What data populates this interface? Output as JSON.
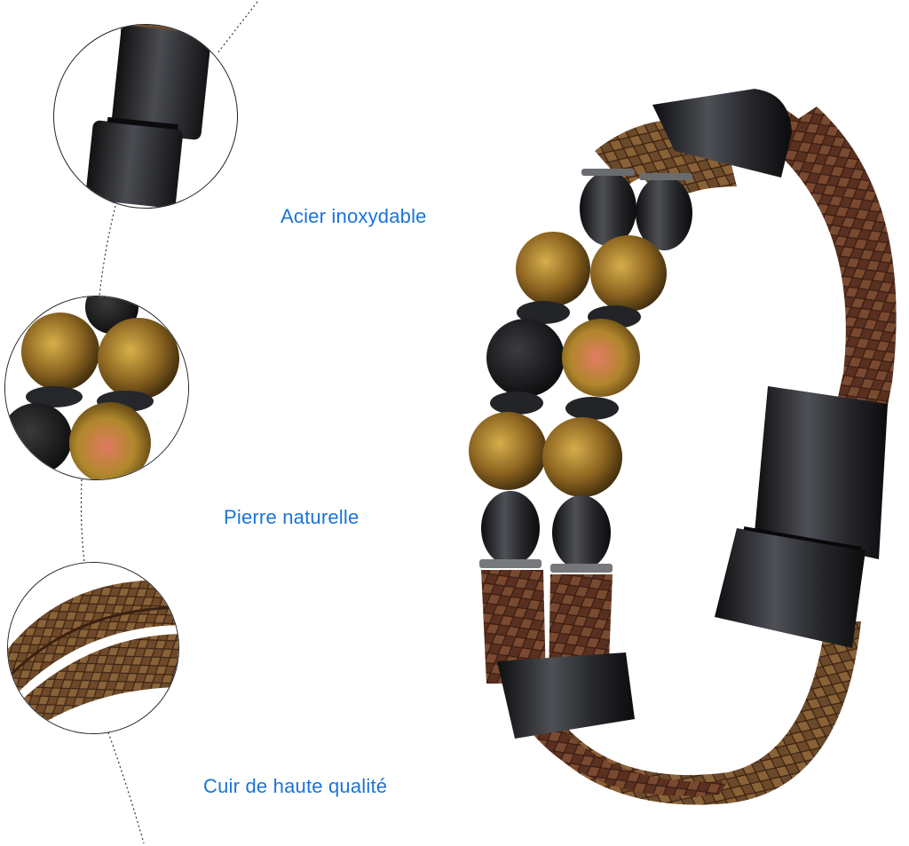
{
  "features": {
    "steel": "Acier inoxydable",
    "stone": "Pierre naturelle",
    "leather": "Cuir de haute qualité"
  },
  "colors": {
    "label": "#1a73d9",
    "metal": "#2b2d31",
    "leather_light": "#8a5a35",
    "leather_dark": "#4a2418",
    "tiger_eye": "#a67c2a"
  }
}
